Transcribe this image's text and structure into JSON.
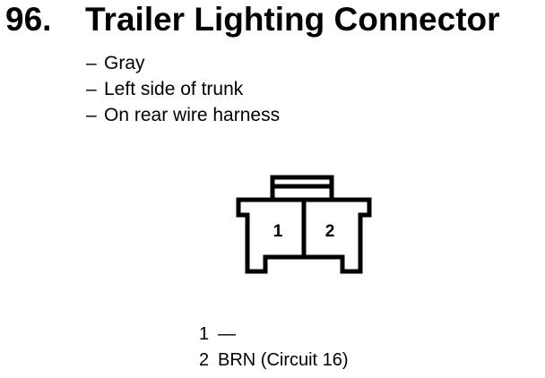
{
  "header": {
    "number": "96.",
    "title": "Trailer Lighting Connector"
  },
  "notes": [
    {
      "dash": "–",
      "text": "Gray"
    },
    {
      "dash": "–",
      "text": "Left side of trunk"
    },
    {
      "dash": "–",
      "text": "On rear wire harness"
    }
  ],
  "connector": {
    "cavity_1_label": "1",
    "cavity_2_label": "2"
  },
  "pins": [
    {
      "number": "1",
      "description": "—"
    },
    {
      "number": "2",
      "description": "BRN (Circuit 16)"
    }
  ]
}
